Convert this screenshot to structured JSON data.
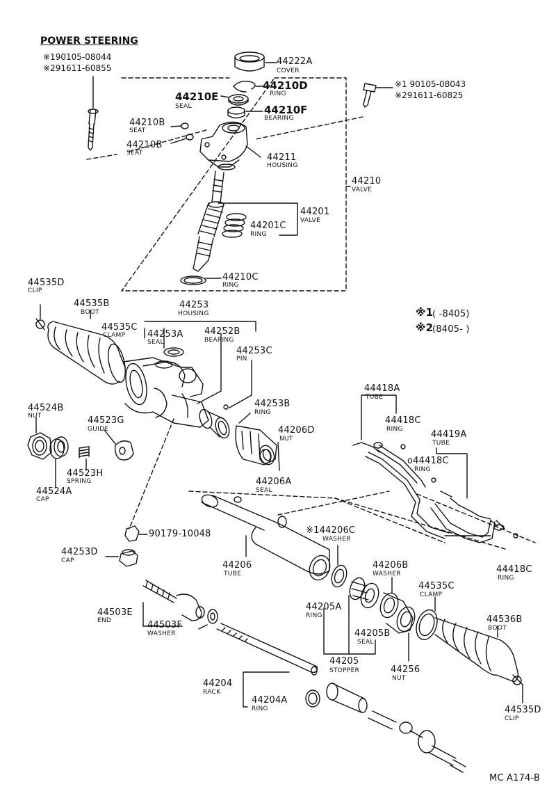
{
  "title": "POWER STEERING",
  "refs": {
    "bolt_left_1": "※190105-08044",
    "bolt_left_2": "※291611-60855",
    "bolt_right_1": "※1 90105-08043",
    "bolt_right_2": "※291611-60825"
  },
  "legend": {
    "line1_marker": "※1",
    "line1_value": "(      -8405)",
    "line2_marker": "※2",
    "line2_value": "(8405-      )"
  },
  "parts": {
    "p44222A": {
      "num": "44222A",
      "name": "COVER"
    },
    "p44210D": {
      "num": "44210D",
      "name": "RING"
    },
    "p44210E": {
      "num": "44210E",
      "name": "SEAL"
    },
    "p44210F": {
      "num": "44210F",
      "name": "BEARING"
    },
    "p44210B_1": {
      "num": "44210B",
      "name": "SEAT"
    },
    "p44210B_2": {
      "num": "44210B",
      "name": "SEAT"
    },
    "p44211": {
      "num": "44211",
      "name": "HOUSING"
    },
    "p44210": {
      "num": "44210",
      "name": "VALVE"
    },
    "p44201": {
      "num": "44201",
      "name": "VALVE"
    },
    "p44201C": {
      "num": "44201C",
      "name": "RING"
    },
    "p44210C": {
      "num": "44210C",
      "name": "RING"
    },
    "p44535D_1": {
      "num": "44535D",
      "name": "CLIP"
    },
    "p44535B": {
      "num": "44535B",
      "name": "BOOT"
    },
    "p44535C_1": {
      "num": "44535C",
      "name": "CLAMP"
    },
    "p44253": {
      "num": "44253",
      "name": "HOUSING"
    },
    "p44253A": {
      "num": "44253A",
      "name": "SEAL"
    },
    "p44252B": {
      "num": "44252B",
      "name": "BEARING"
    },
    "p44253C": {
      "num": "44253C",
      "name": "PIN"
    },
    "p44253B": {
      "num": "44253B",
      "name": "RING"
    },
    "p44206D": {
      "num": "44206D",
      "name": "NUT"
    },
    "p44206A": {
      "num": "44206A",
      "name": "SEAL"
    },
    "p44524B": {
      "num": "44524B",
      "name": "NUT"
    },
    "p44523G": {
      "num": "44523G",
      "name": "GUIDE"
    },
    "p44523H": {
      "num": "44523H",
      "name": "SPRING"
    },
    "p44524A": {
      "num": "44524A",
      "name": "CAP"
    },
    "p90179": {
      "num": "90179-10048",
      "name": ""
    },
    "p44253D": {
      "num": "44253D",
      "name": "CAP"
    },
    "p44418A": {
      "num": "44418A",
      "name": "TUBE"
    },
    "p44418C_1": {
      "num": "44418C",
      "name": "RING"
    },
    "p44419A": {
      "num": "44419A",
      "name": "TUBE"
    },
    "p44418C_2": {
      "num": "o44418C",
      "name": "RING"
    },
    "p44418C_3": {
      "num": "44418C",
      "name": "RING"
    },
    "p44206C": {
      "num": "※144206C",
      "name": "WASHER"
    },
    "p44206": {
      "num": "44206",
      "name": "TUBE"
    },
    "p44206B": {
      "num": "44206B",
      "name": "WASHER"
    },
    "p44535C_2": {
      "num": "44535C",
      "name": "CLAMP"
    },
    "p44536B": {
      "num": "44536B",
      "name": "BOOT"
    },
    "p44503E": {
      "num": "44503E",
      "name": "END"
    },
    "p44503F": {
      "num": "44503F",
      "name": "WASHER"
    },
    "p44205A": {
      "num": "44205A",
      "name": "RING"
    },
    "p44205B": {
      "num": "44205B",
      "name": "SEAL"
    },
    "p44205": {
      "num": "44205",
      "name": "STOPPER"
    },
    "p44256": {
      "num": "44256",
      "name": "NUT"
    },
    "p44204": {
      "num": "44204",
      "name": "RACK"
    },
    "p44204A": {
      "num": "44204A",
      "name": "RING"
    },
    "p44535D_2": {
      "num": "44535D",
      "name": "CLIP"
    }
  },
  "footer": "MC A174-B"
}
